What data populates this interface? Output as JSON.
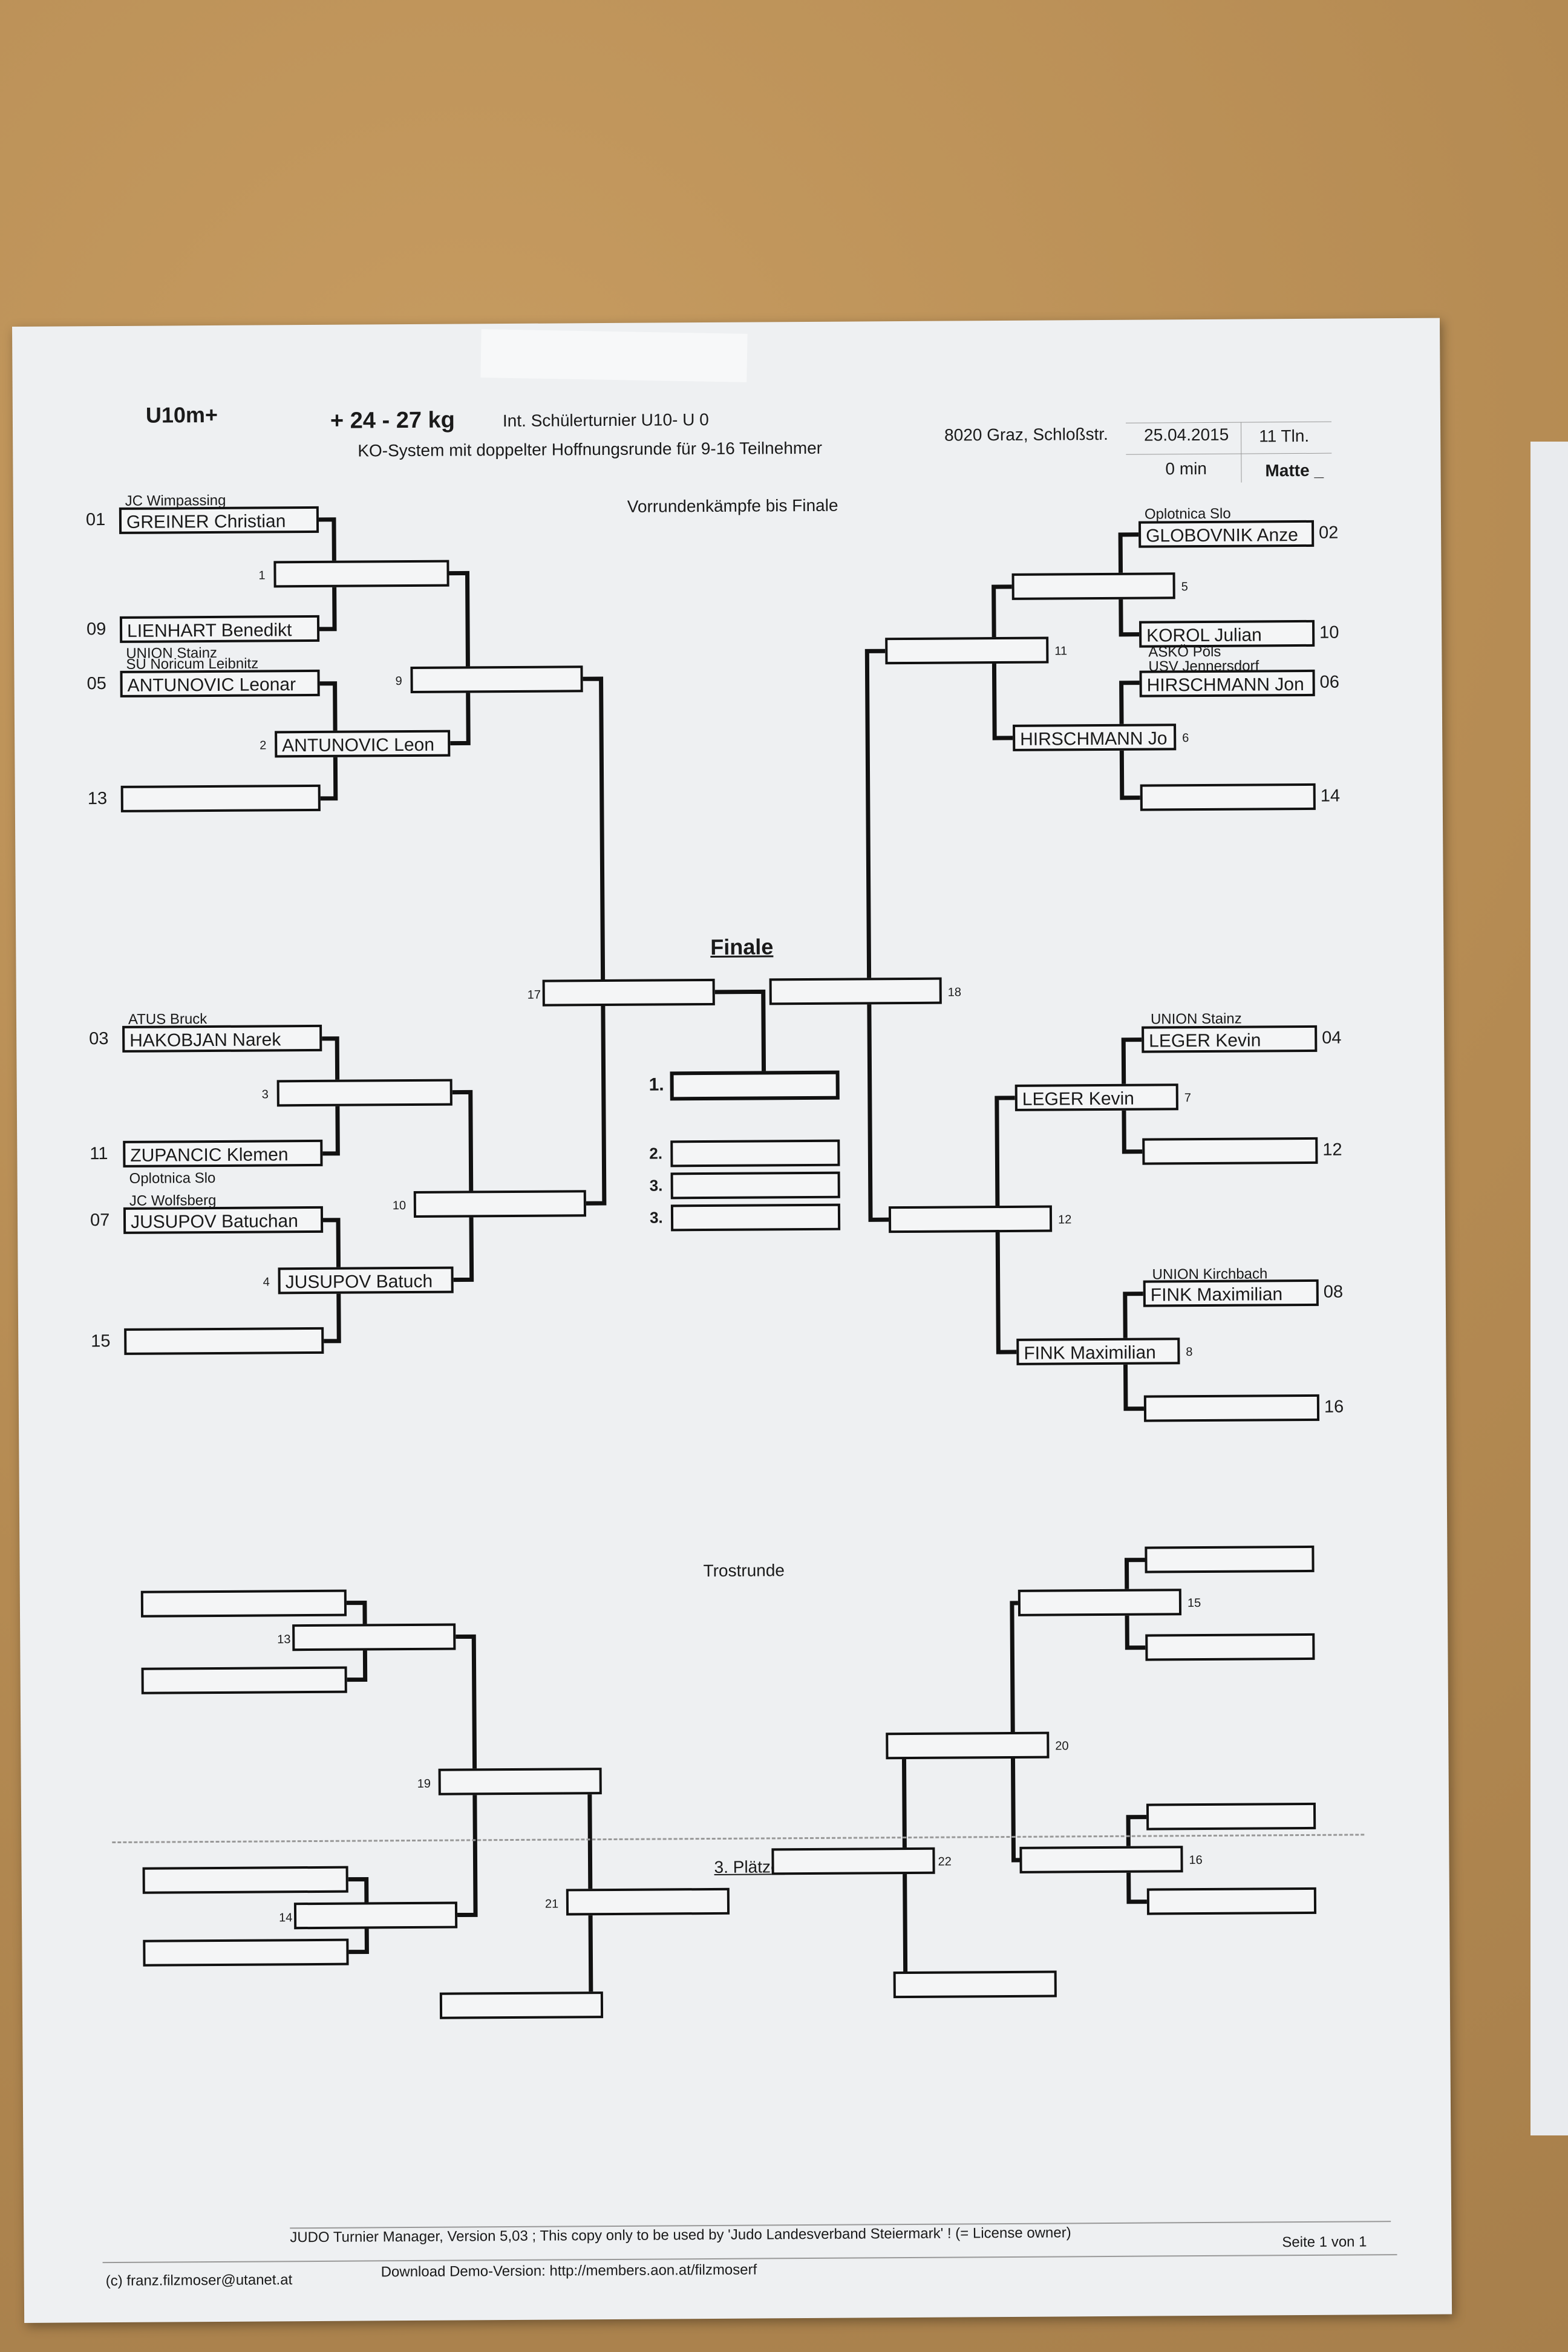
{
  "header": {
    "age_class": "U10m+",
    "weight_class": "+ 24 - 27 kg",
    "tournament": "Int. Schülerturnier U10- U 0",
    "system": "KO-System mit doppelter Hoffnungsrunde für 9-16 Teilnehmer",
    "location": "8020 Graz, Schloßstr.",
    "date": "25.04.2015",
    "participants": "11  Tln.",
    "duration": "0 min",
    "mat": "Matte _",
    "rounds_label": "Vorrundenkämpfe bis Finale"
  },
  "labels": {
    "final": "Finale",
    "repechage": "Trostrunde",
    "third_places": "3. Plätze:",
    "place_1": "1.",
    "place_2": "2.",
    "place_3a": "3.",
    "place_3b": "3."
  },
  "left_entries": [
    {
      "seed": "01",
      "name": "GREINER Christian",
      "club": "JC Wimpassing"
    },
    {
      "seed": "09",
      "name": "LIENHART Benedikt",
      "club": "UNION Stainz"
    },
    {
      "seed": "05",
      "name": "ANTUNOVIC Leonar",
      "club": "SU Noricum Leibnitz"
    },
    {
      "seed": "13",
      "name": "",
      "club": ""
    },
    {
      "seed": "03",
      "name": "HAKOBJAN Narek",
      "club": "ATUS Bruck"
    },
    {
      "seed": "11",
      "name": "ZUPANCIC  Klemen",
      "club": "Oplotnica Slo"
    },
    {
      "seed": "07",
      "name": "JUSUPOV Batuchan",
      "club": "JC Wolfsberg"
    },
    {
      "seed": "15",
      "name": "",
      "club": ""
    }
  ],
  "right_entries": [
    {
      "seed": "02",
      "name": "GLOBOVNIK  Anze",
      "club": "Oplotnica Slo"
    },
    {
      "seed": "10",
      "name": "KOROL Julian",
      "club": "ASKÖ Pöls"
    },
    {
      "seed": "06",
      "name": "HIRSCHMANN Jon",
      "club": "USV Jennersdorf"
    },
    {
      "seed": "14",
      "name": "",
      "club": ""
    },
    {
      "seed": "04",
      "name": "LEGER Kevin",
      "club": "UNION Stainz"
    },
    {
      "seed": "12",
      "name": "",
      "club": ""
    },
    {
      "seed": "08",
      "name": "FINK Maximilian",
      "club": "UNION Kirchbach"
    },
    {
      "seed": "16",
      "name": "",
      "club": ""
    }
  ],
  "bouts": {
    "b1": {
      "num": "1",
      "winner": ""
    },
    "b2": {
      "num": "2",
      "winner": "ANTUNOVIC Leon"
    },
    "b3": {
      "num": "3",
      "winner": ""
    },
    "b4": {
      "num": "4",
      "winner": "JUSUPOV Batuch"
    },
    "b5": {
      "num": "5",
      "winner": ""
    },
    "b6": {
      "num": "6",
      "winner": "HIRSCHMANN Jo"
    },
    "b7": {
      "num": "7",
      "winner": "LEGER Kevin"
    },
    "b8": {
      "num": "8",
      "winner": "FINK Maximilian"
    },
    "b9": {
      "num": "9",
      "winner": ""
    },
    "b10": {
      "num": "10",
      "winner": ""
    },
    "b11": {
      "num": "11",
      "winner": ""
    },
    "b12": {
      "num": "12",
      "winner": ""
    },
    "b13": {
      "num": "13"
    },
    "b14": {
      "num": "14"
    },
    "b15": {
      "num": "15"
    },
    "b16": {
      "num": "16"
    },
    "b17": {
      "num": "17"
    },
    "b18": {
      "num": "18"
    },
    "b19": {
      "num": "19"
    },
    "b20": {
      "num": "20"
    },
    "b21": {
      "num": "21"
    },
    "b22": {
      "num": "22"
    }
  },
  "footer": {
    "software": "JUDO Turnier Manager, Version 5,03  ;   This copy only to be used by 'Judo Landesverband Steiermark' ! (= License owner)",
    "page": "Seite 1 von  1",
    "copyright": "(c)    franz.filzmoser@utanet.at",
    "download": "Download Demo-Version:   http://members.aon.at/filzmoserf"
  }
}
